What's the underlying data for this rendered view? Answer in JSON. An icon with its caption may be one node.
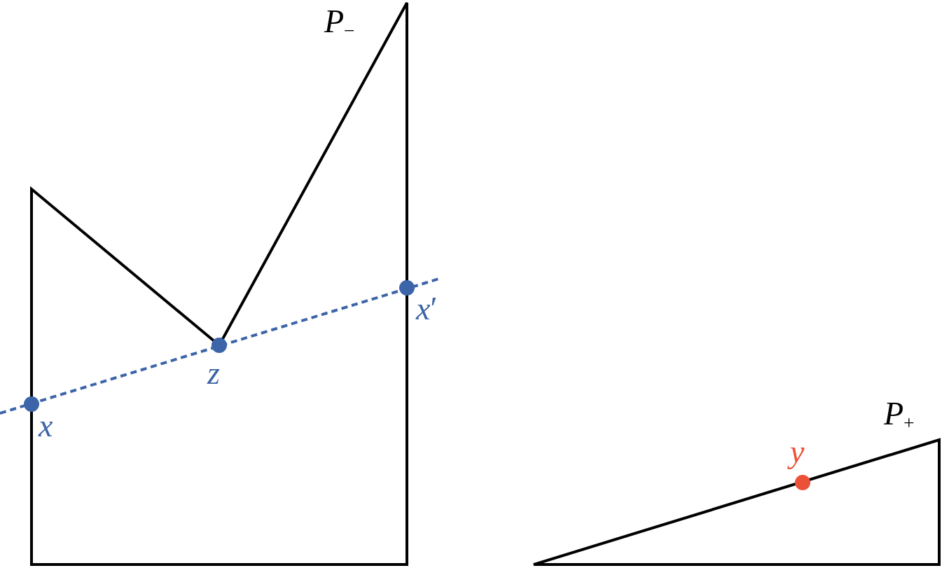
{
  "diagram": {
    "labels": [
      "*P*$_{−}$",
      "*x*′",
      "*z*",
      "*P*$_{+}$",
      "*x*",
      "*y*"
    ]
  }
}
